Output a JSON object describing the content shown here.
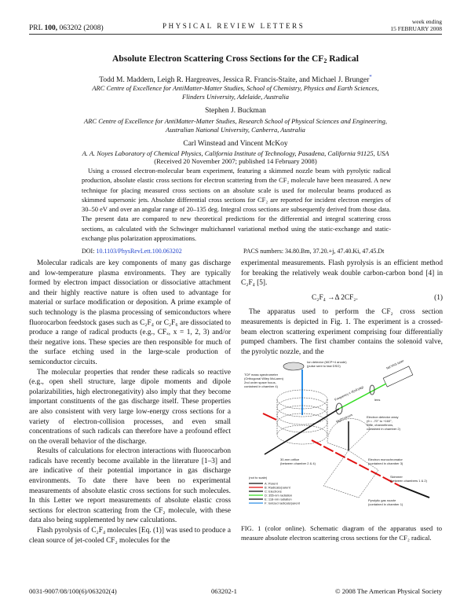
{
  "header": {
    "journal_ref_prefix": "PRL ",
    "volume": "100,",
    "article": " 063202 (2008)",
    "journal": "PHYSICAL REVIEW LETTERS",
    "week_label": "week ending",
    "date": "15 FEBRUARY 2008"
  },
  "title": {
    "pre": "Absolute Electron Scattering Cross Sections for the CF",
    "sub": "2",
    "post": " Radical"
  },
  "authors": [
    {
      "names": "Todd M. Maddern, Leigh R. Hargreaves, Jessica R. Francis-Staite, and Michael J. Brunger",
      "mark": "*",
      "aff1": "ARC Centre of Excellence for AntiMatter-Matter Studies, School of Chemistry, Physics and Earth Sciences,",
      "aff2": "Flinders University, Adelaide, Australia"
    },
    {
      "names": "Stephen J. Buckman",
      "aff1": "ARC Centre of Excellence for AntiMatter-Matter Studies, Research School of Physical Sciences and Engineering,",
      "aff2": "Australian National University, Canberra, Australia"
    },
    {
      "names": "Carl Winstead and Vincent McKoy",
      "aff1": "A. A. Noyes Laboratory of Chemical Physics, California Institute of Technology, Pasadena, California 91125, USA"
    }
  ],
  "received": "(Received 20 November 2007; published 14 February 2008)",
  "abstract": "Using a crossed electron-molecular beam experiment, featuring a skimmed nozzle beam with pyrolytic radical production, absolute elastic cross sections for electron scattering from the CF₂ molecule have been measured. A new technique for placing measured cross sections on an absolute scale is used for molecular beams produced as skimmed supersonic jets. Absolute differential cross sections for CF₂ are reported for incident electron energies of 30–50 eV and over an angular range of 20–135 deg. Integral cross sections are subsequently derived from those data. The present data are compared to new theoretical predictions for the differential and integral scattering cross sections, as calculated with the Schwinger multichannel variational method using the static-exchange and static-exchange plus polarization approximations.",
  "doi_label": "DOI: ",
  "doi": "10.1103/PhysRevLett.100.063202",
  "pacs": "PACS numbers: 34.80.Bm, 37.20.+j, 47.40.Ki, 47.45.Dt",
  "left_paragraphs": [
    "Molecular radicals are key components of many gas discharge and low-temperature plasma environments. They are typically formed by electron impact dissociation or dissociative attachment and their highly reactive nature is often used to advantage for material or surface modification or deposition. A prime example of such technology is the plasma processing of semiconductors where fluorocarbon feedstock gases such as C₂F₄ or C₂F₆ are dissociated to produce a range of radical products (e.g., CFₓ, x = 1, 2, 3) and/or their negative ions. These species are then responsible for much of the surface etching used in the large-scale production of semiconductor circuits.",
    "The molecular properties that render these radicals so reactive (e.g., open shell structure, large dipole moments and dipole polarizabilities, high electronegativity) also imply that they become important constituents of the gas discharge itself. These properties are also consistent with very large low-energy cross sections for a variety of electron-collision processes, and even small concentrations of such radicals can therefore have a profound effect on the overall behavior of the discharge.",
    "Results of calculations for electron interactions with fluorocarbon radicals have recently become available in the literature [1–3] and are indicative of their potential importance in gas discharge environments. To date there have been no experimental measurements of absolute elastic cross sections for such molecules. In this Letter we report measurements of absolute elastic cross sections for electron scattering from the CF₂ molecule, with these data also being supplemented by new calculations.",
    "Flash pyrolysis of C₂F₄ molecules [Eq. (1)] was used to produce a clean source of jet-cooled CF₂ molecules for the"
  ],
  "right_paragraphs": [
    "experimental measurements. Flash pyrolysis is an efficient method for breaking the relatively weak double carbon-carbon bond [4] in C₂F₄ [5].",
    "The apparatus used to perform the CF₂ cross section measurements is depicted in Fig. 1. The experiment is a crossed-beam electron scattering experiment comprising four differentially pumped chambers. The first chamber contains the solenoid valve, the pyrolytic nozzle, and the"
  ],
  "equation": {
    "text": "C₂F₄ →Δ 2CF₂.",
    "number": "(1)"
  },
  "figure": {
    "labels": {
      "ion_detector": "Ion detector (MCP+4 anode)",
      "ion_detector2": "(pulse sent to fast DSO)",
      "tof": "TOF mass spectrometer",
      "tof2": "(Orthogonal Wiley McLaren)",
      "tof3": "2nd order space focus,",
      "tof4": "contained in chamber 4)",
      "laser": "Nd:YAG laser",
      "mirror": "Mgf2/mirrors",
      "lens": "lens",
      "quad": "Frequency x 4(nd:yag)",
      "elec_det": "Electron detector array",
      "elec_det2": "(θ = -70° to +160°,",
      "elec_det3": "Rifle, channeltrons,",
      "elec_det4": "contained in chamber 2)",
      "orifice": "30-mm orifice",
      "orifice2": "(between chamber 2 & 4)",
      "mono": "Electron monochromator",
      "mono2": "(contained in chamber 3)",
      "skimmer": "Skimmer",
      "skimmer2": "(between chambers 1 & 2)",
      "nozzle": "Pyrolytic gas nozzle",
      "nozzle2": "(contained in chamber 1)",
      "scale": "(not to scale)"
    },
    "legend": [
      {
        "label": "A: Parent",
        "color": "#111111"
      },
      {
        "label": "B: Radicals/parent",
        "color": "#e01010"
      },
      {
        "label": "C: Electrons",
        "color": "#111111"
      },
      {
        "label": "D: 355-nm radiation",
        "color": "#33dd22"
      },
      {
        "label": "E: 118-nm radiation",
        "color": "#111111"
      },
      {
        "label": "F: Ionized radicals/parent",
        "color": "#2a8ee8"
      }
    ],
    "caption": "FIG. 1 (color online).    Schematic diagram of the apparatus used to measure absolute electron scattering cross sections for the CF₂ radical."
  },
  "footer": {
    "left": "0031-9007/08/100(6)/063202(4)",
    "center": "063202-1",
    "right": "© 2008 The American Physical Society"
  }
}
